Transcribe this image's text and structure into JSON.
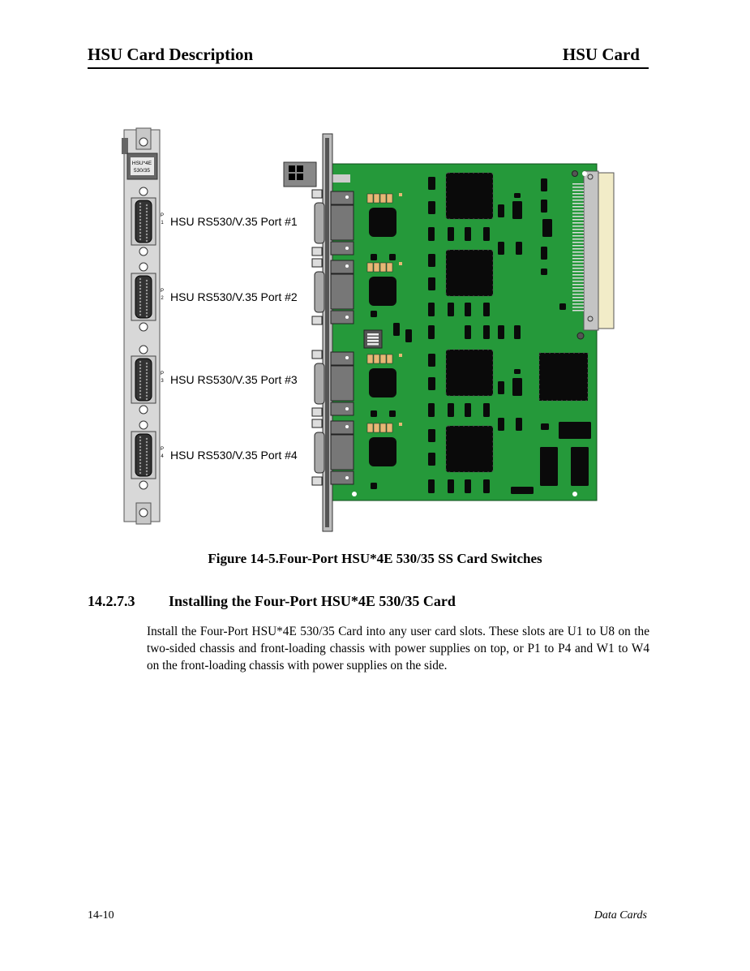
{
  "header": {
    "left": "HSU Card Description",
    "right": "HSU Card"
  },
  "figure": {
    "faceplate_label_line1": "HSU*4E",
    "faceplate_label_line2": "530/35",
    "ports": [
      {
        "id": "P1",
        "p": "P",
        "n": "1",
        "label": "HSU RS530/V.35 Port #1"
      },
      {
        "id": "P2",
        "p": "P",
        "n": "2",
        "label": "HSU RS530/V.35 Port #2"
      },
      {
        "id": "P3",
        "p": "P",
        "n": "3",
        "label": "HSU RS530/V.35 Port #3"
      },
      {
        "id": "P4",
        "p": "P",
        "n": "4",
        "label": "HSU RS530/V.35 Port #4"
      }
    ],
    "caption": "Figure 14-5.Four-Port HSU*4E 530/35 SS Card Switches",
    "colors": {
      "board": "#25993a",
      "chip": "#0a0a0a",
      "resistor": "#e6b874",
      "metal": "#b8b8b8"
    }
  },
  "section": {
    "number": "14.2.7.3",
    "title": "Installing the Four-Port HSU*4E 530/35 Card"
  },
  "body": "Install the Four-Port HSU*4E 530/35 Card into any user card slots. These slots are U1 to U8 on the two-sided chassis and front-loading chassis with power supplies on top, or P1 to P4 and W1 to W4 on the front-loading chassis with power supplies on the side.",
  "footer": {
    "left": "14-10",
    "right": "Data Cards"
  }
}
